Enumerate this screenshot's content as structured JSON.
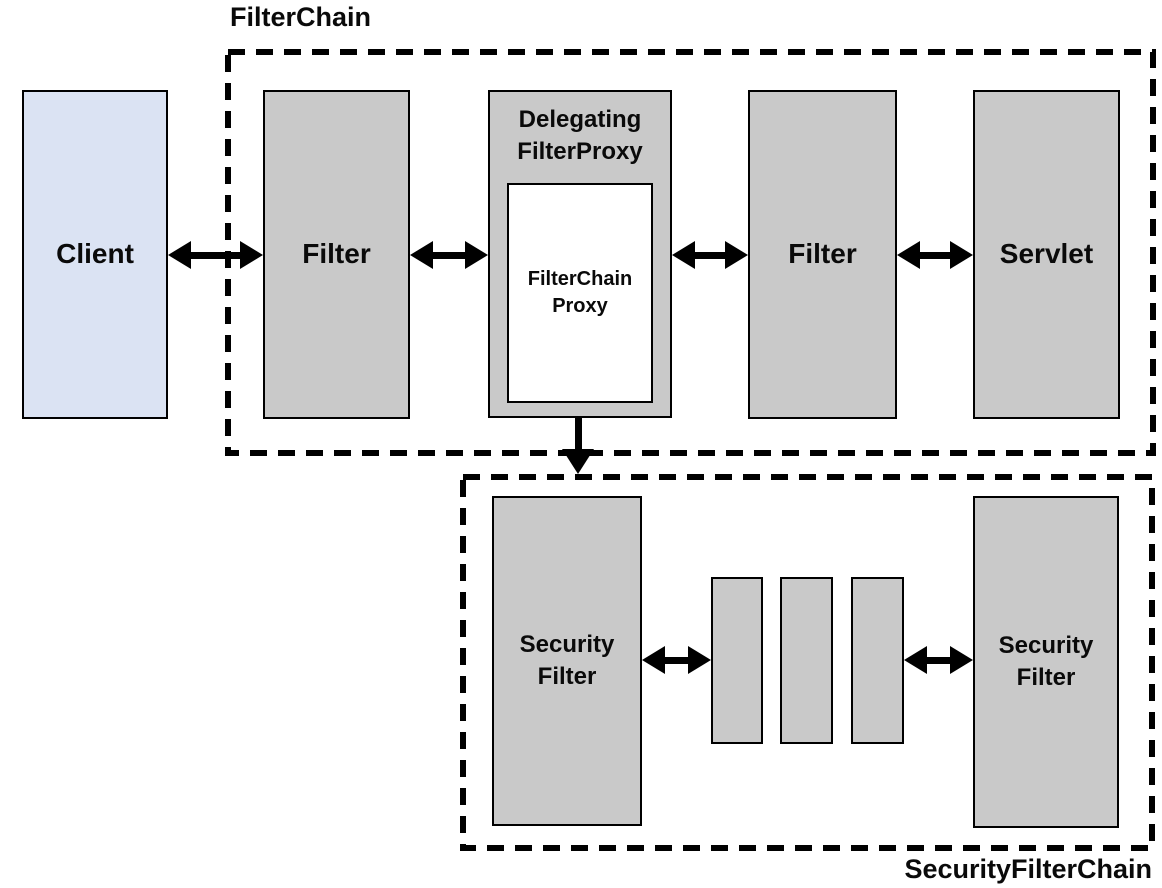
{
  "titles": {
    "filter_chain": "FilterChain",
    "security_filter_chain": "SecurityFilterChain"
  },
  "boxes": {
    "client": "Client",
    "filter_left": "Filter",
    "delegating_filter_proxy": "Delegating\nFilterProxy",
    "filter_chain_proxy": "FilterChain\nProxy",
    "filter_right": "Filter",
    "servlet": "Servlet",
    "security_filter_left": "Security\nFilter",
    "security_filter_right": "Security\nFilter"
  },
  "unnamed_security_filter_boxes": 3,
  "colors": {
    "box_gray": "#c9c9c9",
    "client_fill": "#dbe3f3",
    "line": "#000000",
    "background": "#ffffff"
  }
}
